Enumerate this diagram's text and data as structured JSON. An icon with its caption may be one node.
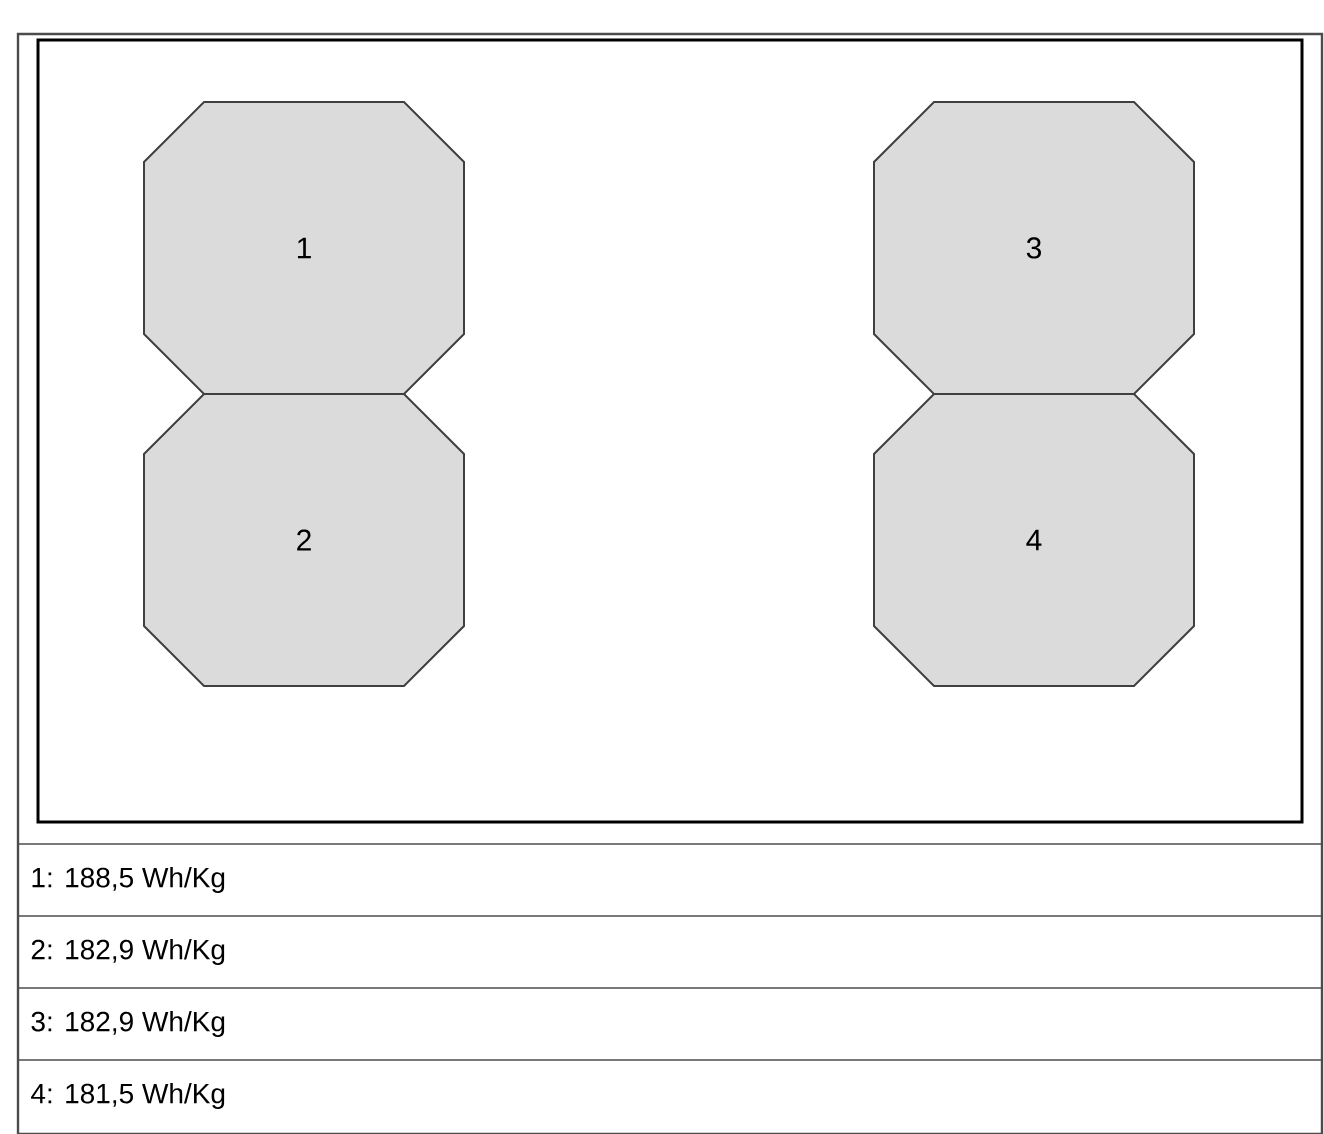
{
  "diagram": {
    "nodes": [
      {
        "text": [
          "1"
        ]
      },
      {
        "text": [
          "2"
        ]
      },
      {
        "text": [
          "3"
        ]
      },
      {
        "text": [
          "4"
        ]
      }
    ],
    "labels": [
      "1: 188,5 Wh/Kg",
      "2: 182,9 Wh/Kg",
      "3: 182,9 Wh/Kg",
      "4: 181,5 Wh/Kg"
    ]
  }
}
